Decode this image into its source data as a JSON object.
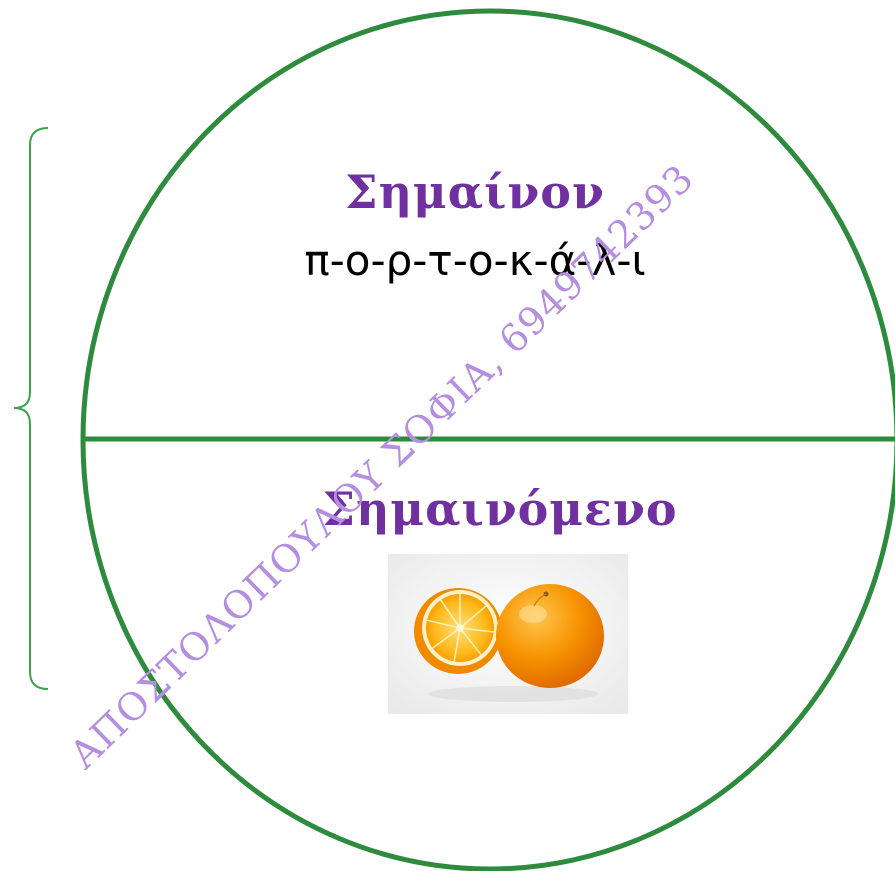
{
  "diagram": {
    "signifier_label": "Σημαίνον",
    "signifier_syllables": "π-ο-ρ-τ-ο-κ-ά-λ-ι",
    "signified_label": "Σημαινόμενο",
    "signified_image": "orange-fruit-illustration",
    "watermark": "ΑΠΟΣΤΟΛΟΠΟΥΛΟΥ ΣΟΦΙΑ, 6949742393"
  },
  "colors": {
    "circle": "#2e8b3d",
    "bracket": "#3da34a",
    "label": "#7030a0",
    "text": "#000000",
    "watermark": "#b48ee0",
    "orange_light": "#ffc23a",
    "orange_dark": "#f08a00",
    "orange_panel_bg": "#f3f3f3"
  }
}
